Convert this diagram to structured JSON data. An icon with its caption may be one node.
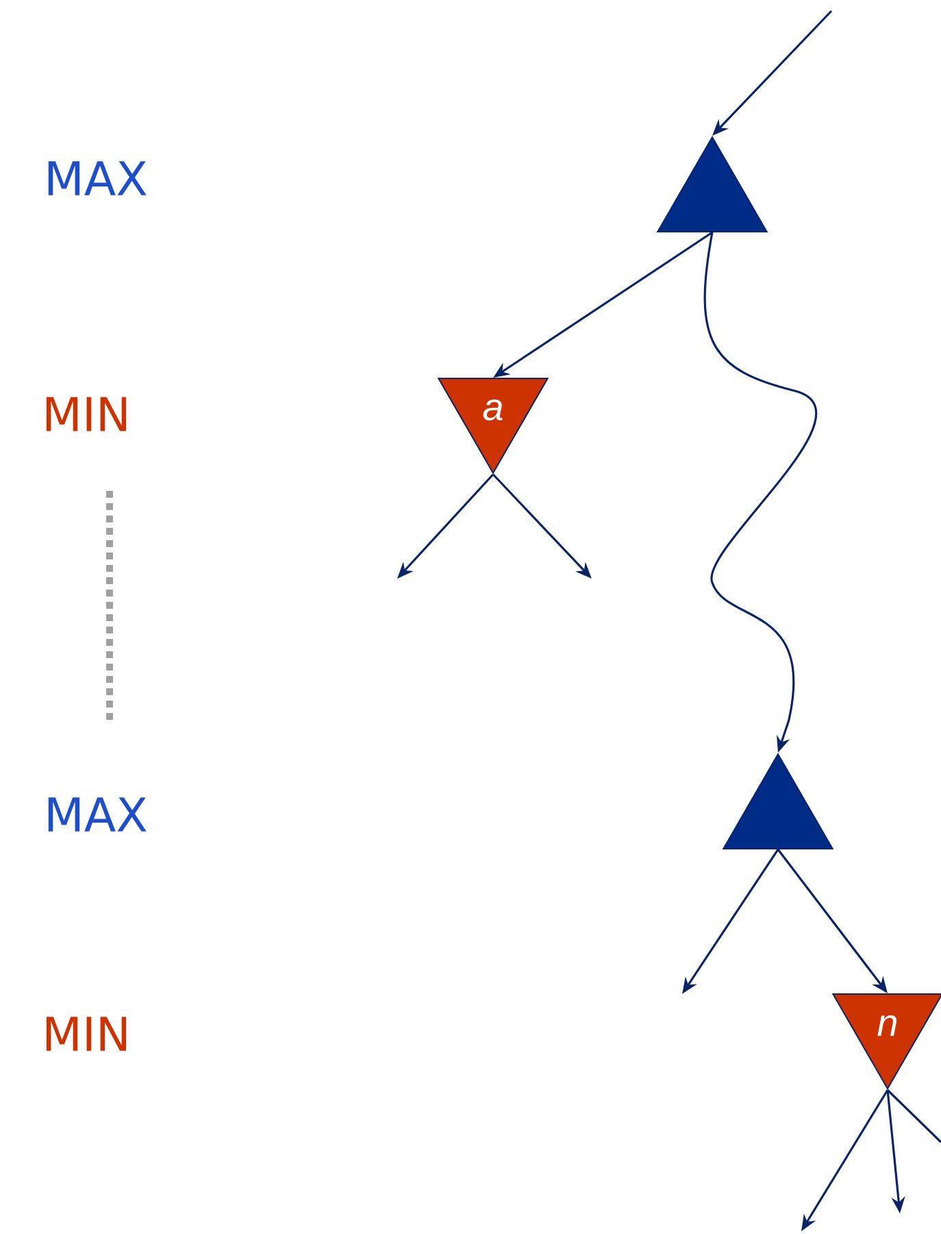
{
  "diagram": {
    "nodes": [
      {
        "text": [],
        "shape": "triangle"
      },
      {
        "text": [
          "a"
        ]
      },
      {
        "text": [],
        "shape": "triangle"
      },
      {
        "text": [
          "n"
        ]
      }
    ],
    "edges": [
      {
        "from": null,
        "to": 0,
        "arrow": "to"
      },
      {
        "from": 0,
        "to": 1,
        "arrow": "to"
      },
      {
        "from": 0,
        "to": 2,
        "arrow": "to"
      },
      {
        "from": 1,
        "to": null,
        "arrow": "to"
      },
      {
        "from": 1,
        "to": null,
        "arrow": "to"
      },
      {
        "from": 2,
        "to": null,
        "arrow": "to"
      },
      {
        "from": 2,
        "to": 3,
        "arrow": "to"
      },
      {
        "from": 3,
        "to": null,
        "arrow": "to"
      },
      {
        "from": 3,
        "to": null,
        "arrow": "to"
      },
      {
        "from": 3,
        "to": null,
        "arrow": "none"
      }
    ],
    "labels": [
      "MAX",
      "MIN",
      "MAX",
      "MIN"
    ]
  }
}
